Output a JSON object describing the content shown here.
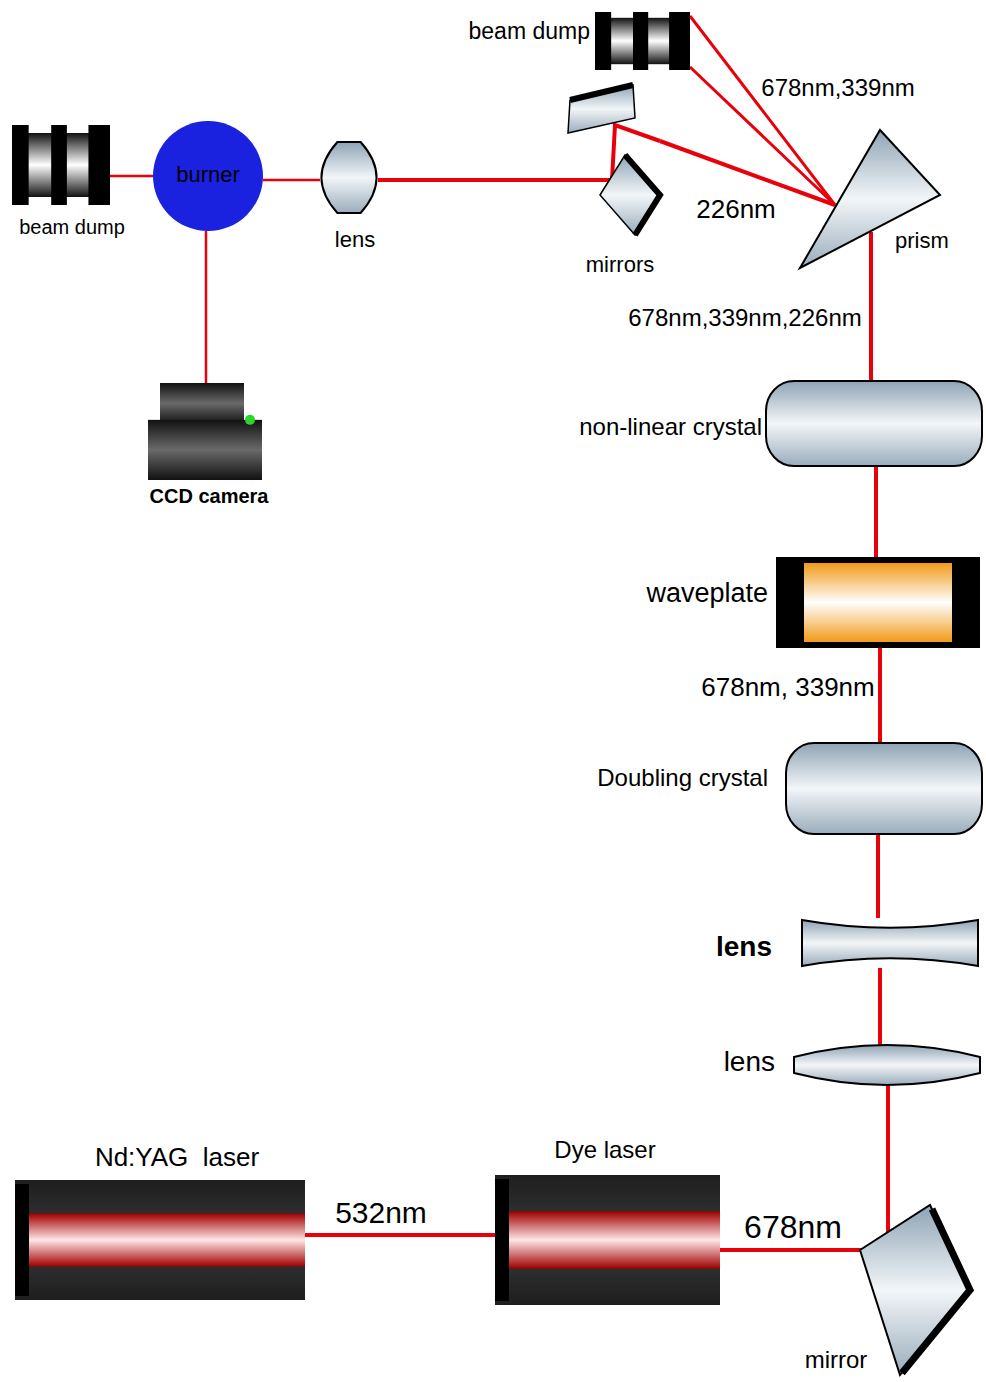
{
  "diagram": {
    "nodes": [
      {
        "text": [
          "Nd:YAG  laser"
        ]
      },
      {
        "text": [
          "Dye laser"
        ]
      },
      {
        "text": [
          "mirror"
        ]
      },
      {
        "text": [
          "lens"
        ]
      },
      {
        "text": [
          "lens"
        ]
      },
      {
        "text": [
          "Doubling crystal"
        ]
      },
      {
        "text": [
          "waveplate"
        ]
      },
      {
        "text": [
          "non-linear crystal"
        ]
      },
      {
        "text": [
          "prism"
        ]
      },
      {
        "text": [
          "beam dump"
        ]
      },
      {
        "text": [
          "mirrors"
        ]
      },
      {
        "text": [
          "lens"
        ]
      },
      {
        "text": [
          "burner"
        ]
      },
      {
        "text": [
          "beam dump"
        ]
      },
      {
        "text": [
          "CCD camera"
        ]
      }
    ],
    "edges": [
      {
        "from": 0,
        "to": 1,
        "label": "532nm",
        "arrow": "none"
      },
      {
        "from": 1,
        "to": 2,
        "label": "678nm",
        "arrow": "none"
      },
      {
        "from": 2,
        "to": 3,
        "arrow": "none"
      },
      {
        "from": 3,
        "to": 4,
        "arrow": "none"
      },
      {
        "from": 4,
        "to": 5,
        "arrow": "none"
      },
      {
        "from": 5,
        "to": 6,
        "label": "678nm, 339nm",
        "arrow": "none"
      },
      {
        "from": 6,
        "to": 7,
        "arrow": "none"
      },
      {
        "from": 7,
        "to": 8,
        "label": "678nm,339nm,226nm",
        "arrow": "none"
      },
      {
        "from": 8,
        "to": 9,
        "label": "678nm,339nm",
        "arrow": "none"
      },
      {
        "from": 8,
        "to": 10,
        "label": "226nm",
        "arrow": "none"
      },
      {
        "from": 10,
        "to": 11,
        "arrow": "none"
      },
      {
        "from": 11,
        "to": 12,
        "arrow": "none"
      },
      {
        "from": 12,
        "to": 13,
        "arrow": "none"
      },
      {
        "from": 12,
        "to": 14,
        "arrow": "none"
      }
    ]
  }
}
